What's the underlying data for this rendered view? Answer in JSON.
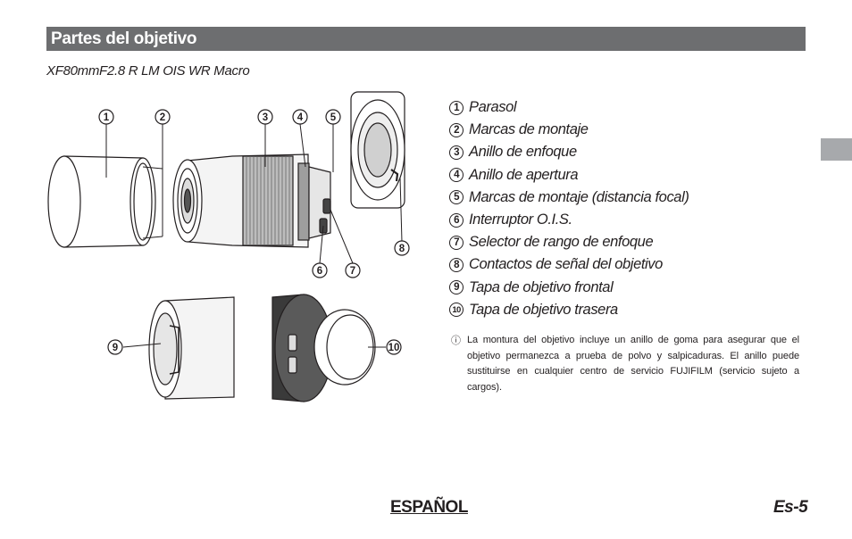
{
  "header": {
    "title": "Partes del objetivo"
  },
  "model": "XF80mmF2.8 R LM OIS WR Macro",
  "callouts": [
    "1",
    "2",
    "3",
    "4",
    "5",
    "6",
    "7",
    "8",
    "9",
    "10"
  ],
  "parts": [
    {
      "number": "1",
      "label": "Parasol"
    },
    {
      "number": "2",
      "label": "Marcas de montaje"
    },
    {
      "number": "3",
      "label": "Anillo de enfoque"
    },
    {
      "number": "4",
      "label": "Anillo de apertura"
    },
    {
      "number": "5",
      "label": "Marcas de montaje (distancia focal)"
    },
    {
      "number": "6",
      "label": "Interruptor O.I.S."
    },
    {
      "number": "7",
      "label": "Selector de rango de enfoque"
    },
    {
      "number": "8",
      "label": "Contactos de señal del objetivo"
    },
    {
      "number": "9",
      "label": "Tapa de objetivo frontal"
    },
    {
      "number": "10",
      "label": "Tapa de objetivo trasera"
    }
  ],
  "note": {
    "icon": "caution-icon",
    "text": "La montura del objetivo incluye un anillo de goma para asegurar que el objetivo permanezca a prueba de polvo y salpicaduras. El anillo puede sustituirse en cualquier centro de servicio FUJIFILM (servicio sujeto a cargos)."
  },
  "footer": {
    "language": "ESPAÑOL",
    "page": "Es-5"
  },
  "colors": {
    "title_bar": "#6d6e70",
    "side_tab": "#a7a9ac",
    "text": "#231f20"
  }
}
